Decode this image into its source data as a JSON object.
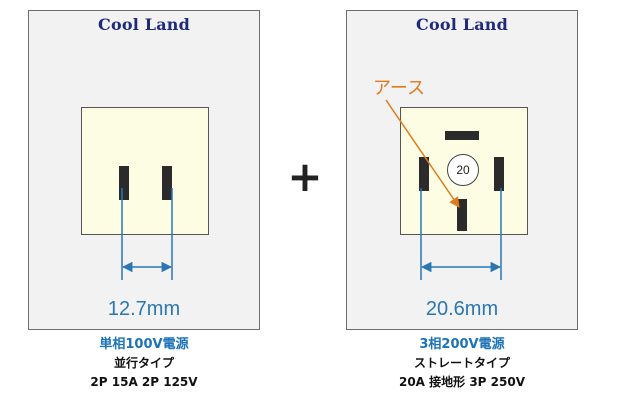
{
  "left": {
    "brand": "Cool Land",
    "measurement": "12.7mm",
    "caption_title": "単相100V電源",
    "caption_line1": "並行タイプ",
    "caption_line2": "2P 15A 2P 125V"
  },
  "right": {
    "brand": "Cool Land",
    "earth_label": "アース",
    "rating": "20",
    "measurement": "20.6mm",
    "caption_title": "3相200V電源",
    "caption_line1": "ストレートタイプ",
    "caption_line2": "20A 接地形 3P 250V"
  },
  "plus_sign": "+",
  "colors": {
    "brand": "#1f2a7a",
    "measure": "#2a77b4",
    "caption_title": "#1c73b8",
    "earth": "#e07a1f",
    "outlet_face": "#fdfde3",
    "panel": "#f2f2f2"
  }
}
